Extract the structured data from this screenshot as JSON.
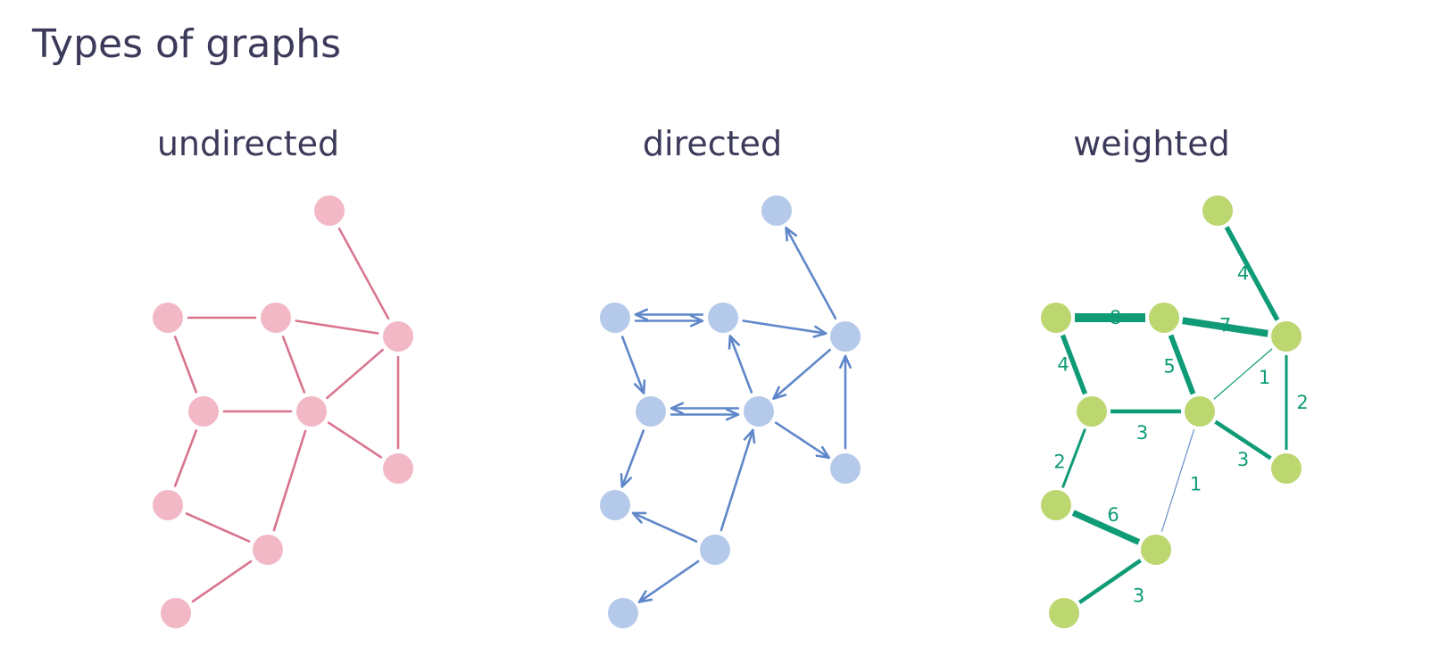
{
  "page": {
    "title": "Types of graphs"
  },
  "colors": {
    "heading": "#3b3a5a",
    "undirected_node": "#f2b8c6",
    "undirected_edge": "#d9748e",
    "directed_node": "#b5c9ea",
    "directed_edge": "#5f87c9",
    "weighted_node": "#bcd670",
    "weighted_edge": "#0f9b76",
    "weighted_thin_edge": "#6c8fc9"
  },
  "graphs": [
    {
      "id": "undirected",
      "title": "undirected",
      "node_color": "#f2b8c6",
      "edge_color": "#d9748e",
      "edges": [
        [
          "A",
          "D"
        ],
        [
          "B",
          "C"
        ],
        [
          "C",
          "D"
        ],
        [
          "B",
          "E"
        ],
        [
          "C",
          "F"
        ],
        [
          "D",
          "F"
        ],
        [
          "E",
          "F"
        ],
        [
          "F",
          "G"
        ],
        [
          "D",
          "G"
        ],
        [
          "E",
          "H"
        ],
        [
          "F",
          "J"
        ],
        [
          "H",
          "J"
        ],
        [
          "J",
          "K"
        ]
      ]
    },
    {
      "id": "directed",
      "title": "directed",
      "node_color": "#b5c9ea",
      "edge_color": "#5f87c9",
      "edges": [
        {
          "from": "D",
          "to": "A"
        },
        {
          "from": "B",
          "to": "C",
          "double": true
        },
        {
          "from": "C",
          "to": "D"
        },
        {
          "from": "B",
          "to": "E"
        },
        {
          "from": "F",
          "to": "C"
        },
        {
          "from": "D",
          "to": "F"
        },
        {
          "from": "E",
          "to": "F",
          "double": true
        },
        {
          "from": "F",
          "to": "G"
        },
        {
          "from": "G",
          "to": "D"
        },
        {
          "from": "E",
          "to": "H"
        },
        {
          "from": "J",
          "to": "F"
        },
        {
          "from": "J",
          "to": "H"
        },
        {
          "from": "J",
          "to": "K"
        }
      ]
    },
    {
      "id": "weighted",
      "title": "weighted",
      "node_color": "#bcd670",
      "edge_color": "#0f9b76",
      "edges": [
        {
          "from": "A",
          "to": "D",
          "weight": "4"
        },
        {
          "from": "B",
          "to": "C",
          "weight": "8"
        },
        {
          "from": "C",
          "to": "D",
          "weight": "7"
        },
        {
          "from": "B",
          "to": "E",
          "weight": "4"
        },
        {
          "from": "C",
          "to": "F",
          "weight": "5"
        },
        {
          "from": "D",
          "to": "F",
          "weight": "1"
        },
        {
          "from": "E",
          "to": "F",
          "weight": "3"
        },
        {
          "from": "F",
          "to": "G",
          "weight": "3"
        },
        {
          "from": "D",
          "to": "G",
          "weight": "2"
        },
        {
          "from": "E",
          "to": "H",
          "weight": "2"
        },
        {
          "from": "F",
          "to": "J",
          "weight": "1"
        },
        {
          "from": "H",
          "to": "J",
          "weight": "6"
        },
        {
          "from": "J",
          "to": "K",
          "weight": "3"
        }
      ]
    }
  ]
}
